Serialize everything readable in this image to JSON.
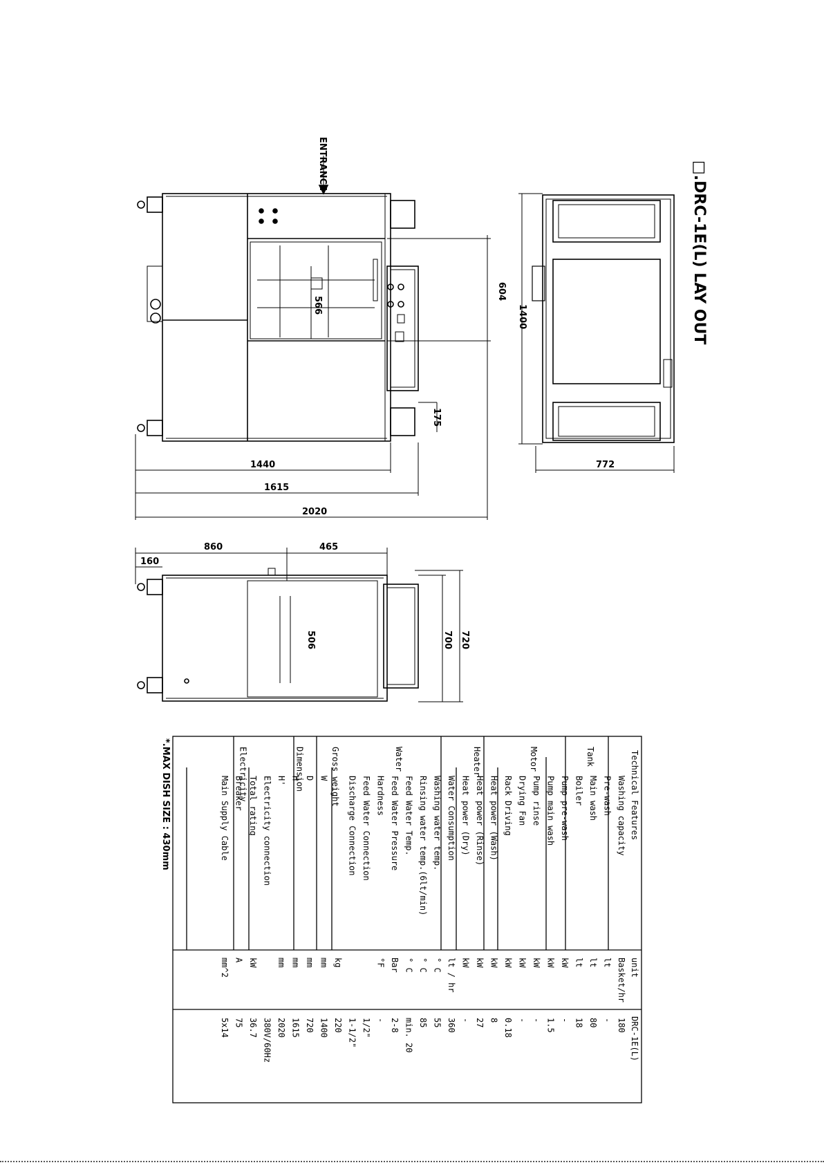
{
  "title": "□.DRC-1E(L) LAY OUT",
  "entrance": "ENTRANCE",
  "dimensions": {
    "top": [
      "1440",
      "1615",
      "2020",
      "604",
      "566",
      "175"
    ],
    "side_right": [
      "1400",
      "772"
    ],
    "bottom": [
      "860",
      "160",
      "465",
      "506",
      "700",
      "720"
    ]
  },
  "note": "*.MAX DISH SIZE : 430mm",
  "table": {
    "header": {
      "feature": "Technical Features",
      "unit": "unit",
      "model": "DRC-1E(L)"
    },
    "groups": [
      {
        "name": "",
        "rows": [
          {
            "item": "Washing capacity",
            "unit": "Basket/hr",
            "value": "180"
          }
        ]
      },
      {
        "name": "Tank",
        "rows": [
          {
            "item": "Pre-wash",
            "unit": "lt",
            "value": "-"
          },
          {
            "item": "Main wash",
            "unit": "lt",
            "value": "80"
          },
          {
            "item": "Boiler",
            "unit": "lt",
            "value": "18"
          }
        ]
      },
      {
        "name": "Motor",
        "rows": [
          {
            "item": "Pump pre-wash",
            "unit": "kW",
            "value": "-"
          },
          {
            "item": "Pump main wash",
            "unit": "kW",
            "value": "1.5"
          },
          {
            "item": "Pump rinse",
            "unit": "kW",
            "value": "-"
          },
          {
            "item": "Drying Fan",
            "unit": "kW",
            "value": "-"
          },
          {
            "item": "Rack Driving",
            "unit": "kW",
            "value": "0.18"
          }
        ]
      },
      {
        "name": "Heater",
        "rows": [
          {
            "item": "Heat power (Wash)",
            "unit": "kW",
            "value": "8"
          },
          {
            "item": "Heat power (Rinse)",
            "unit": "kW",
            "value": "27"
          },
          {
            "item": "Heat power (Dry)",
            "unit": "kW",
            "value": "-"
          }
        ]
      },
      {
        "name": "Water",
        "rows": [
          {
            "item": "Water Consumption",
            "unit": "lt / hr",
            "value": "360"
          },
          {
            "item": "Washing water temp.",
            "unit": "° C",
            "value": "55"
          },
          {
            "item": "Rinsing water temp.(6lt/min)",
            "unit": "° C",
            "value": "85"
          },
          {
            "item": "Feed Water Temp.",
            "unit": "° C",
            "value": "min. 20"
          },
          {
            "item": "Feed Water Pressure",
            "unit": "Bar",
            "value": "2-8"
          },
          {
            "item": "Hardness",
            "unit": "°F",
            "value": "-"
          },
          {
            "item": "Feed Water Connection",
            "unit": "",
            "value": "1/2\""
          },
          {
            "item": "Discharge Connection",
            "unit": "",
            "value": "1-1/2\""
          }
        ]
      },
      {
        "name": "Gross weight",
        "rows": [
          {
            "item": "",
            "unit": "kg",
            "value": "220"
          }
        ]
      },
      {
        "name": "Dimension",
        "rows": [
          {
            "item": "W",
            "unit": "mm",
            "value": "1400"
          },
          {
            "item": "D",
            "unit": "mm",
            "value": "720"
          },
          {
            "item": "H",
            "unit": "mm",
            "value": "1615"
          },
          {
            "item": "H'",
            "unit": "mm",
            "value": "2020"
          }
        ]
      },
      {
        "name": "Electricity",
        "rows": [
          {
            "item": "Electricity connection",
            "unit": "",
            "value": "380V/60Hz"
          },
          {
            "item": "Total rating",
            "unit": "kW",
            "value": "36.7"
          },
          {
            "item": "Breaker",
            "unit": "A",
            "value": "75"
          },
          {
            "item": "Main Supply Cable",
            "unit": "mm^2",
            "value": "5x14"
          }
        ]
      }
    ]
  }
}
